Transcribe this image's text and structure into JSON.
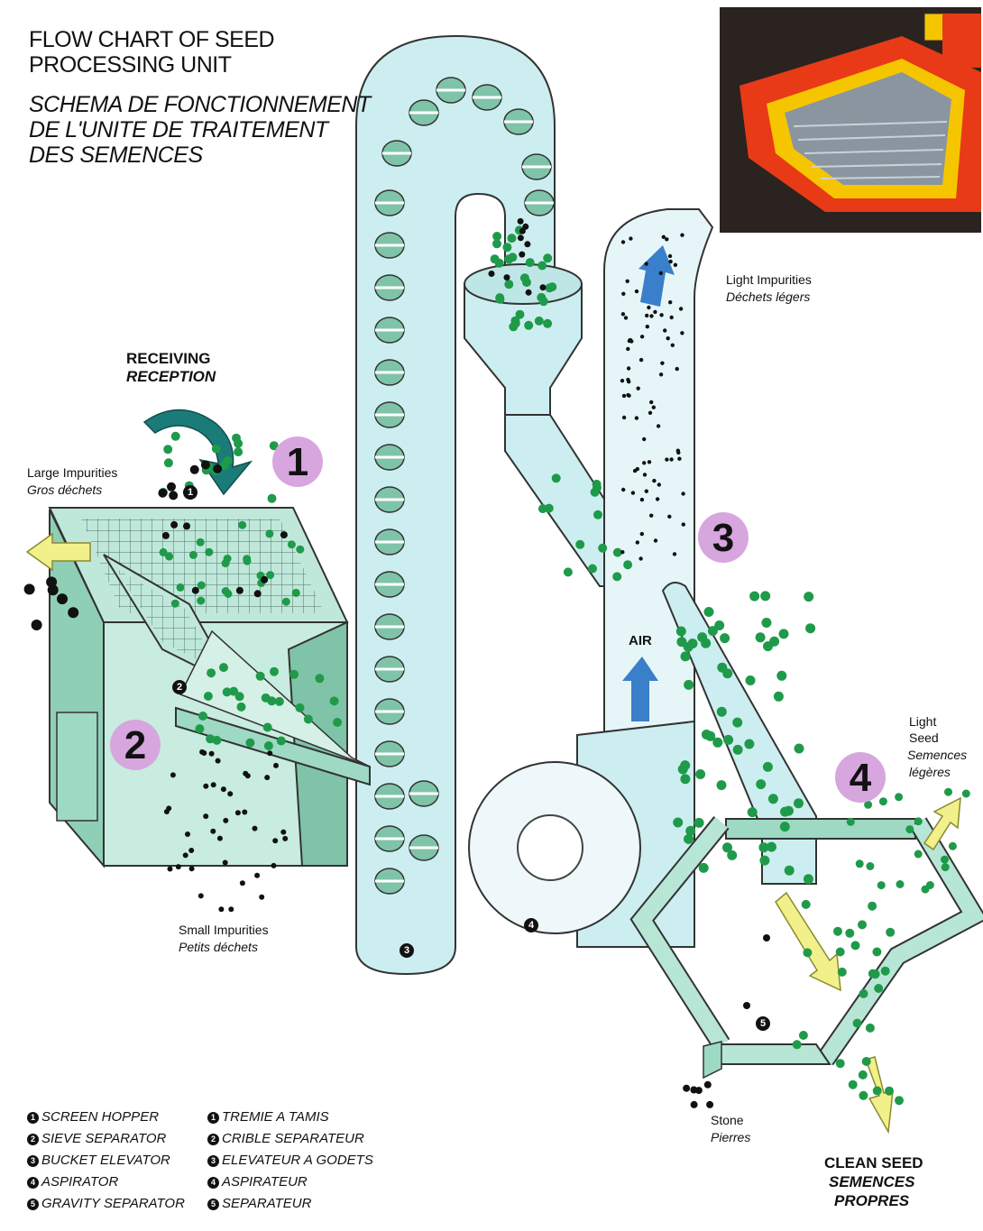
{
  "title": {
    "en_line1": "FLOW CHART OF SEED",
    "en_line2": "PROCESSING UNIT",
    "fr_line1": "SCHEMA DE FONCTIONNEMENT",
    "fr_line2": "DE L'UNITE DE TRAITEMENT",
    "fr_line3": "DES SEMENCES"
  },
  "labels": {
    "receiving_en": "RECEIVING",
    "receiving_fr": "RECEPTION",
    "large_impurities_en": "Large Impurities",
    "large_impurities_fr": "Gros déchets",
    "small_impurities_en": "Small Impurities",
    "small_impurities_fr": "Petits déchets",
    "light_impurities_en": "Light Impurities",
    "light_impurities_fr": "Déchets légers",
    "light_seed_en1": "Light",
    "light_seed_en2": "Seed",
    "light_seed_fr1": "Semences",
    "light_seed_fr2": "légères",
    "stone_en": "Stone",
    "stone_fr": "Pierres",
    "air": "AIR",
    "clean_seed_en": "CLEAN SEED",
    "clean_seed_fr1": "SEMENCES",
    "clean_seed_fr2": "PROPRES"
  },
  "steps": [
    "1",
    "2",
    "3",
    "4"
  ],
  "machine_markers": [
    "1",
    "2",
    "3",
    "4",
    "5"
  ],
  "legend": {
    "en": [
      {
        "num": "1",
        "label": "SCREEN HOPPER"
      },
      {
        "num": "2",
        "label": "SIEVE SEPARATOR"
      },
      {
        "num": "3",
        "label": "BUCKET ELEVATOR"
      },
      {
        "num": "4",
        "label": "ASPIRATOR"
      },
      {
        "num": "5",
        "label": "GRAVITY SEPARATOR"
      }
    ],
    "fr": [
      {
        "num": "1",
        "label": "TREMIE A TAMIS"
      },
      {
        "num": "2",
        "label": "CRIBLE SEPARATEUR"
      },
      {
        "num": "3",
        "label": "ELEVATEUR A GODETS"
      },
      {
        "num": "4",
        "label": "ASPIRATEUR"
      },
      {
        "num": "5",
        "label": "SEPARATEUR"
      }
    ]
  },
  "colors": {
    "machine": "#9ed9c4",
    "machine_dark": "#5fa88f",
    "pipe": "#cdeef0",
    "seed": "#1f9a4a",
    "impurity": "#111111",
    "step_badge": "#d7a6de",
    "arrow_teal": "#1b7b78",
    "arrow_blue": "#3a7fc9",
    "arrow_yellow": "#f2f08a",
    "photo_frame": "#e83a16",
    "photo_inner": "#f5c600"
  }
}
